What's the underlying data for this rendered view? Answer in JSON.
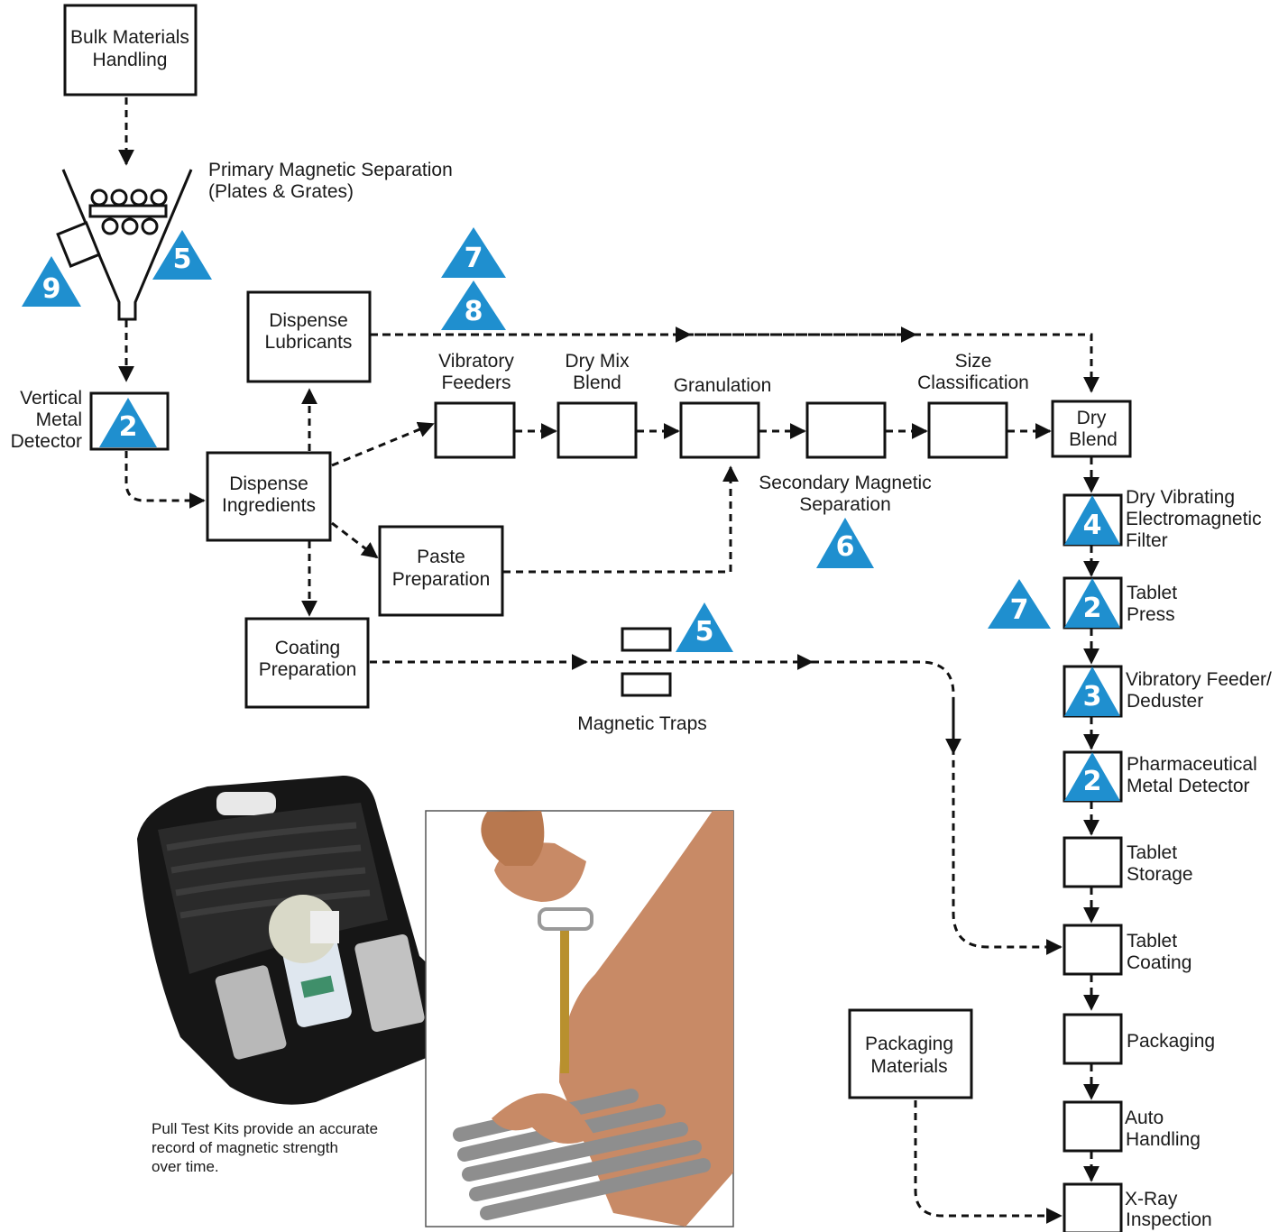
{
  "colors": {
    "badge_blue": "#1f8fcf",
    "line": "#111111"
  },
  "icons": [
    "funnel-magnet-icon",
    "magnetic-trap-icon",
    "pull-test-kit-photo",
    "magnet-grate-photo"
  ],
  "boxes": {
    "bulk_materials": [
      "Bulk Materials",
      "Handling"
    ],
    "dispense_lubricants": [
      "Dispense",
      "Lubricants"
    ],
    "dispense_ingredients": [
      "Dispense",
      "Ingredients"
    ],
    "paste_preparation": [
      "Paste",
      "Preparation"
    ],
    "coating_preparation": [
      "Coating",
      "Preparation"
    ],
    "dry_blend": [
      "Dry",
      "Blend"
    ],
    "packaging_materials": [
      "Packaging",
      "Materials"
    ]
  },
  "labels": {
    "primary_sep": [
      "Primary Magnetic Separation",
      "(Plates & Grates)"
    ],
    "vertical_detector": [
      "Vertical",
      "Metal",
      "Detector"
    ],
    "vibratory_feeders": [
      "Vibratory",
      "Feeders"
    ],
    "dry_mix_blend": [
      "Dry Mix",
      "Blend"
    ],
    "granulation": "Granulation",
    "size_classification": [
      "Size",
      "Classification"
    ],
    "secondary_sep": [
      "Secondary Magnetic",
      "Separation"
    ],
    "magnetic_traps": "Magnetic Traps",
    "dry_vibrating": [
      "Dry Vibrating",
      "Electromagnetic",
      "Filter"
    ],
    "tablet_press": [
      "Tablet",
      "Press"
    ],
    "vibratory_deduster": [
      "Vibratory Feeder/",
      "Deduster"
    ],
    "pharma_detector": [
      "Pharmaceutical",
      "Metal Detector"
    ],
    "tablet_storage": [
      "Tablet",
      "Storage"
    ],
    "tablet_coating": [
      "Tablet",
      "Coating"
    ],
    "packaging": "Packaging",
    "auto_handling": [
      "Auto",
      "Handling"
    ],
    "xray": [
      "X-Ray",
      "Inspection"
    ],
    "caption": [
      "Pull Test Kits provide an accurate",
      "record of magnetic strength",
      "over time."
    ]
  },
  "badges": {
    "funnel_right": "5",
    "funnel_left": "9",
    "lub_top": "7",
    "lub_bottom": "8",
    "vertical_detector": "2",
    "secondary": "6",
    "traps": "5",
    "dry_vibrating": "4",
    "tablet_press": "2",
    "tablet_press_left": "7",
    "deduster": "3",
    "pharma": "2"
  }
}
